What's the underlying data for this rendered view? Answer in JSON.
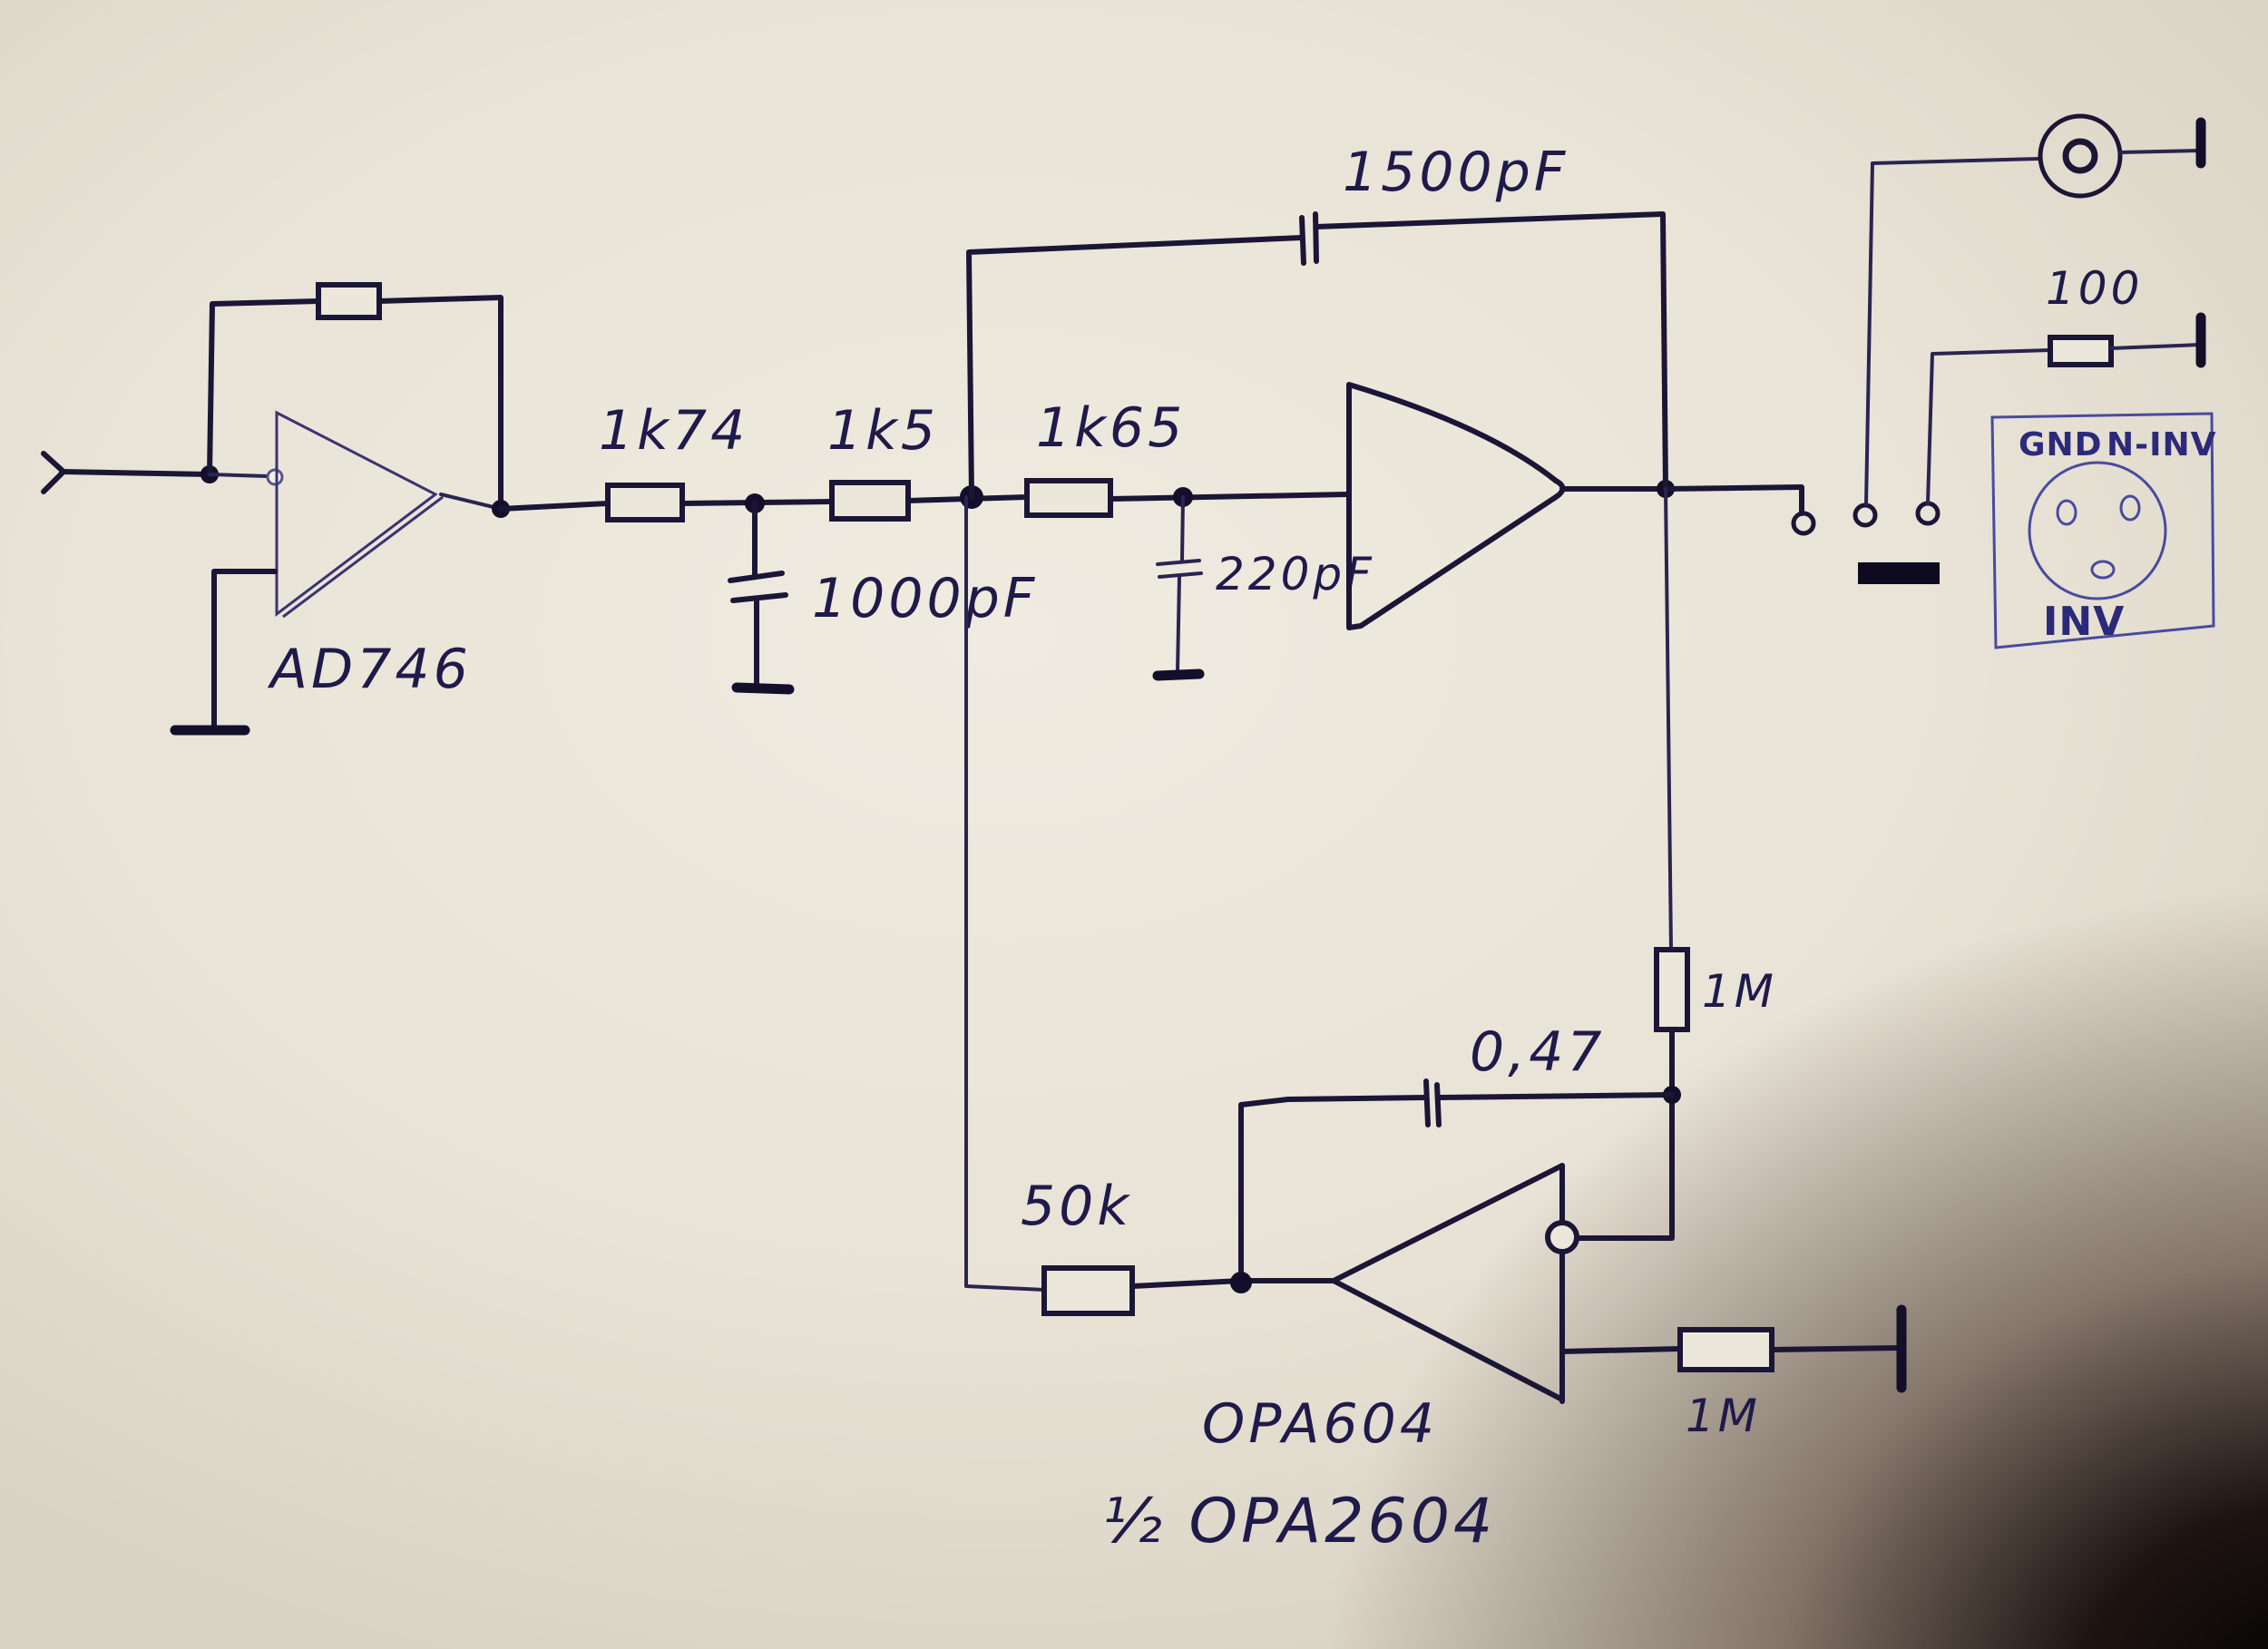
{
  "diagram": {
    "type": "hand-drawn schematic",
    "ink_color": "#1b1636",
    "paper_color": "#e9e4d8"
  },
  "components": {
    "input_opamp": {
      "label": "AD746"
    },
    "r1": {
      "label": "1k74"
    },
    "r2": {
      "label": "1k5"
    },
    "r3": {
      "label": "1k65"
    },
    "c1": {
      "label": "1000pF"
    },
    "c2": {
      "label": "220pF"
    },
    "c_feedback": {
      "label": "1500pF"
    },
    "r_servo_in": {
      "label": "50k"
    },
    "r_servo_fb": {
      "label": "1M"
    },
    "c_servo": {
      "label": "0,47"
    },
    "r_servo_gnd": {
      "label": "1M"
    },
    "servo_opamp": {
      "label": "OPA604",
      "note": "½ OPA2604"
    },
    "r_out": {
      "label": "100"
    }
  },
  "connector": {
    "pins": [
      "GND",
      "N-INV",
      "INV"
    ]
  }
}
